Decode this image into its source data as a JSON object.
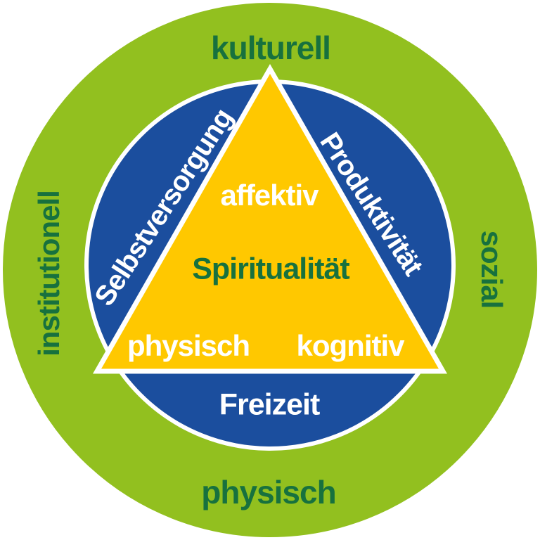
{
  "diagram": {
    "outer_ring": {
      "description": "environment-dimensions-ring",
      "labels": {
        "top": "kulturell",
        "right": "sozial",
        "bottom": "physisch",
        "left": "institutionell"
      }
    },
    "middle_ring": {
      "description": "occupation-areas-ring",
      "labels": {
        "upper_left": "Selbstversorgung",
        "upper_right": "Produktivität",
        "bottom": "Freizeit"
      }
    },
    "triangle": {
      "description": "person-dimensions-triangle",
      "labels": {
        "top": "affektiv",
        "center": "Spiritualität",
        "bottom_left": "physisch",
        "bottom_right": "kognitiv"
      }
    }
  },
  "colors": {
    "outer_ring_green": "#92C01F",
    "label_dark_green": "#17713E",
    "middle_ring_blue": "#1B4E9E",
    "triangle_yellow": "#FFC800",
    "label_white": "#FFFFFF",
    "outline_white": "#FFFFFF"
  }
}
